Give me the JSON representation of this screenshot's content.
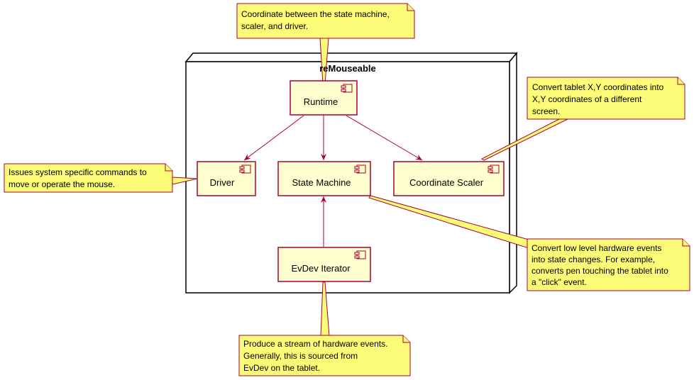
{
  "diagram": {
    "node_title": "reMouseable",
    "components": {
      "runtime": "Runtime",
      "driver": "Driver",
      "state_machine": "State Machine",
      "coordinate_scaler": "Coordinate Scaler",
      "evdev_iterator": "EvDev Iterator"
    },
    "notes": {
      "runtime": [
        "Coordinate between the state machine,",
        "scaler, and driver."
      ],
      "driver": [
        "Issues system specific commands to",
        "move or operate the mouse."
      ],
      "scaler": [
        "Convert tablet X,Y coordinates into",
        "X,Y coordinates of a different",
        "screen."
      ],
      "state_machine": [
        "Convert low level hardware events",
        "into state changes. For example,",
        "converts pen touching the tablet into",
        "a \"click\" event."
      ],
      "evdev": [
        "Produce a stream of hardware events.",
        "Generally, this is sourced from",
        "EvDev on the tablet."
      ]
    },
    "colors": {
      "note_fill": "#FBFB77",
      "note_border": "#A80036",
      "component_fill": "#FEFECE",
      "component_border": "#A80036",
      "arrow": "#A80036",
      "node_border": "#000000"
    }
  }
}
